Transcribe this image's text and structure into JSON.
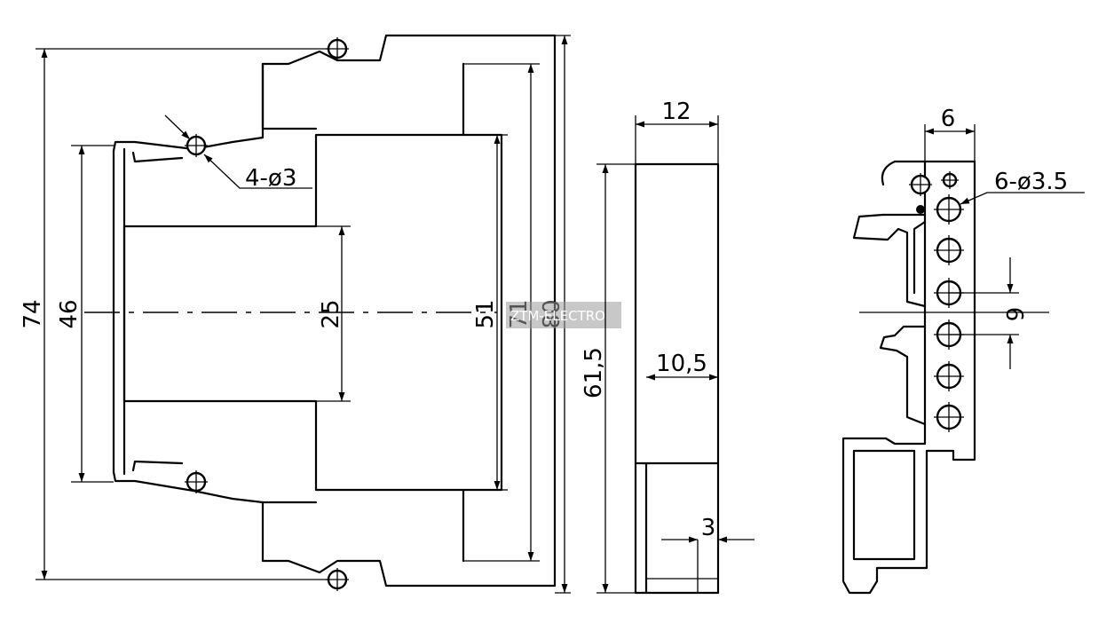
{
  "watermark": "ZTM-ELECTRO",
  "front_view": {
    "dim_overall_height": "74",
    "dim_terminal_pitch": "46",
    "dim_window_height": "25",
    "dim_front_height": "51",
    "dim_body_height": "71",
    "dim_max_height": "80",
    "hole_callout": "4-ø3"
  },
  "side_view": {
    "dim_width": "12",
    "dim_height": "61,5",
    "dim_inner_width": "10,5",
    "dim_offset": "3"
  },
  "rail_view": {
    "dim_width": "6",
    "dim_pitch": "6",
    "hole_callout": "6-ø3.5"
  }
}
